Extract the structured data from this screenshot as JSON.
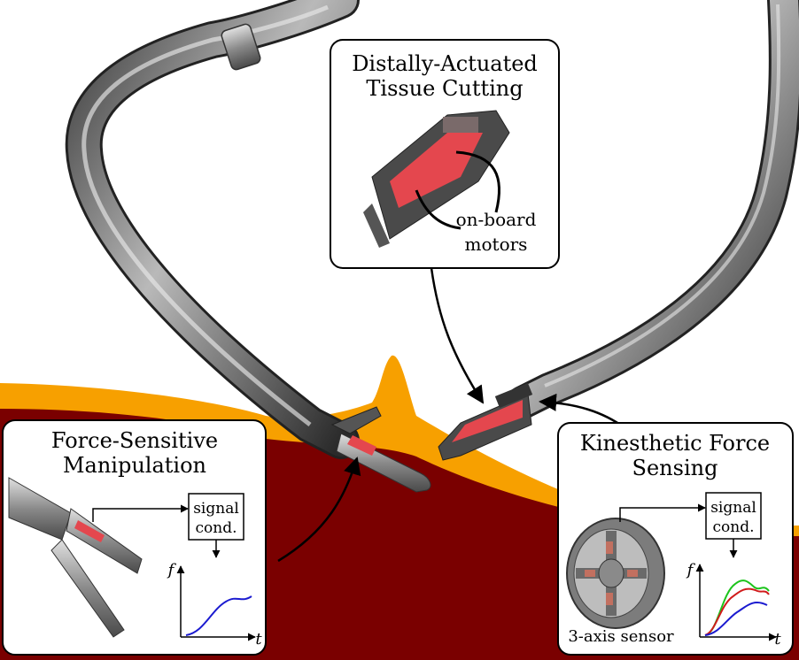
{
  "callouts": {
    "cutting": {
      "title_line1": "Distally-Actuated",
      "title_line2": "Tissue Cutting",
      "annotation_line1": "on-board",
      "annotation_line2": "motors"
    },
    "manipulation": {
      "title_line1": "Force-Sensitive",
      "title_line2": "Manipulation",
      "block_line1": "signal",
      "block_line2": "cond.",
      "y_axis": "f",
      "x_axis": "t"
    },
    "sensing": {
      "title_line1": "Kinesthetic Force",
      "title_line2": "Sensing",
      "block_line1": "signal",
      "block_line2": "cond.",
      "y_axis": "f",
      "x_axis": "t",
      "sensor_label": "3-axis sensor"
    }
  },
  "colors": {
    "tissue_dark": "#7a0000",
    "tissue_fat": "#f7a000",
    "instrument_metal": "#5c5c5c",
    "motor_red": "#e4474e",
    "series_blue": "#1b1bd0",
    "series_red": "#d01b1b",
    "series_green": "#1bc41b"
  },
  "icons": [
    "robotic-arm-left",
    "robotic-arm-right",
    "gripper-tool",
    "cutting-tool",
    "force-sensor-ring"
  ]
}
